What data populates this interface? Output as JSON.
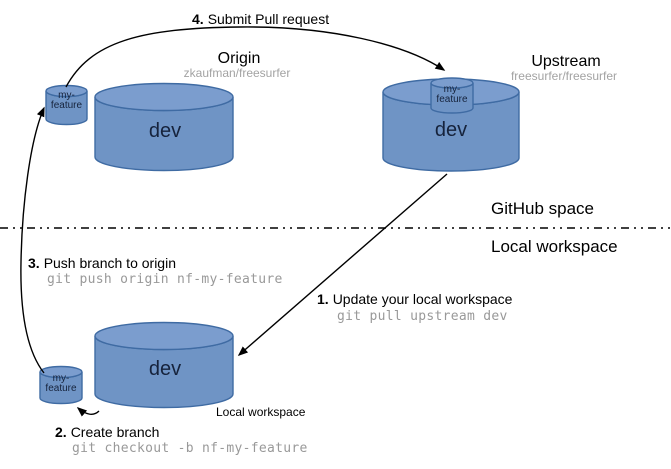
{
  "zones": {
    "github": "GitHub space",
    "local": "Local workspace"
  },
  "repos": {
    "origin": {
      "name": "Origin",
      "slug": "zkaufman/freesurfer",
      "dev_label": "dev",
      "feature_label": "my-\nfeature"
    },
    "upstream": {
      "name": "Upstream",
      "slug": "freesurfer/freesurfer",
      "dev_label": "dev",
      "feature_label": "my-\nfeature"
    },
    "local": {
      "caption": "Local workspace",
      "dev_label": "dev",
      "feature_label": "my-\nfeature"
    }
  },
  "steps": {
    "s1": {
      "num": "1.",
      "label": "Update your local workspace",
      "cmd": "git pull upstream dev"
    },
    "s2": {
      "num": "2.",
      "label": "Create branch",
      "cmd": "git checkout -b nf-my-feature"
    },
    "s3": {
      "num": "3.",
      "label": "Push branch to origin",
      "cmd": "git push origin nf-my-feature"
    },
    "s4": {
      "num": "4.",
      "label": "Submit Pull request"
    }
  },
  "colors": {
    "cylinder_fill": "#6f94c5",
    "cylinder_top_fill": "#7b9dce",
    "cylinder_stroke": "#3f6ba3",
    "subtitle_gray": "#a3a3a3",
    "code_gray": "#999999",
    "line_black": "#000000",
    "background": "#ffffff"
  }
}
